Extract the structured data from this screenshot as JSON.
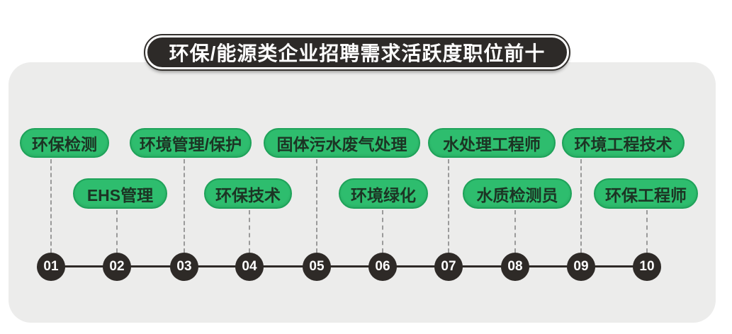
{
  "title": "环保/能源类企业招聘需求活跃度职位前十",
  "items": [
    {
      "rank": "01",
      "label": "环保检测",
      "row": "top"
    },
    {
      "rank": "02",
      "label": "EHS管理",
      "row": "bottom"
    },
    {
      "rank": "03",
      "label": "环境管理/保护",
      "row": "top"
    },
    {
      "rank": "04",
      "label": "环保技术",
      "row": "bottom"
    },
    {
      "rank": "05",
      "label": "固体污水废气处理",
      "row": "top"
    },
    {
      "rank": "06",
      "label": "环境绿化",
      "row": "bottom"
    },
    {
      "rank": "07",
      "label": "水处理工程师",
      "row": "top"
    },
    {
      "rank": "08",
      "label": "水质检测员",
      "row": "bottom"
    },
    {
      "rank": "09",
      "label": "环境工程技术",
      "row": "top"
    },
    {
      "rank": "10",
      "label": "环保工程师",
      "row": "bottom"
    }
  ],
  "colors": {
    "pill_fill": "#2ebd6e",
    "pill_border": "#1ea259",
    "pill_text": "#1c3424",
    "panel_bg": "#ececeb",
    "banner_bg": "#2d2a28",
    "banner_text": "#ffffff",
    "node_bg": "#2e2a27",
    "node_text": "#ffffff",
    "connector_gray": "#9a9a9a"
  }
}
